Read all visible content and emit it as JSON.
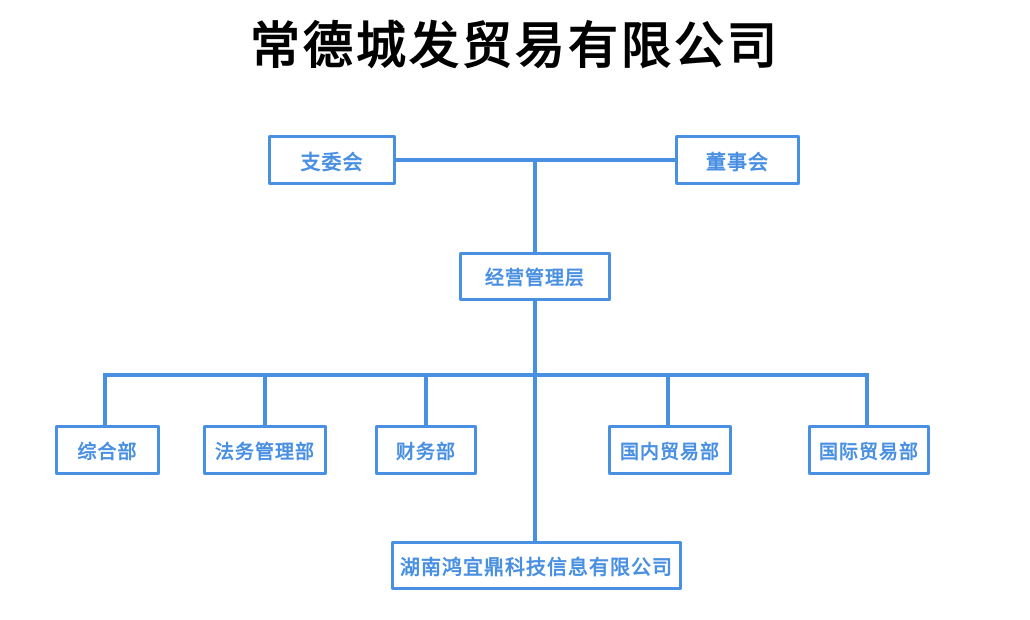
{
  "page": {
    "title": "常德城发贸易有限公司"
  },
  "colors": {
    "accent_blue": "#4a90e2",
    "title_text": "#000000",
    "background": "#ffffff"
  },
  "org_chart": {
    "nodes": {
      "branch_committee": {
        "label": "支委会"
      },
      "board": {
        "label": "董事会"
      },
      "management": {
        "label": "经营管理层"
      },
      "general_dept": {
        "label": "综合部"
      },
      "legal_dept": {
        "label": "法务管理部"
      },
      "finance_dept": {
        "label": "财务部"
      },
      "domestic_trade_dept": {
        "label": "国内贸易部"
      },
      "international_trade_dept": {
        "label": "国际贸易部"
      },
      "subsidiary": {
        "label": "湖南鸿宜鼎科技信息有限公司"
      }
    },
    "edges": [
      [
        "branch_committee",
        "management"
      ],
      [
        "board",
        "management"
      ],
      [
        "management",
        "general_dept"
      ],
      [
        "management",
        "legal_dept"
      ],
      [
        "management",
        "finance_dept"
      ],
      [
        "management",
        "domestic_trade_dept"
      ],
      [
        "management",
        "international_trade_dept"
      ],
      [
        "management",
        "subsidiary"
      ]
    ]
  }
}
